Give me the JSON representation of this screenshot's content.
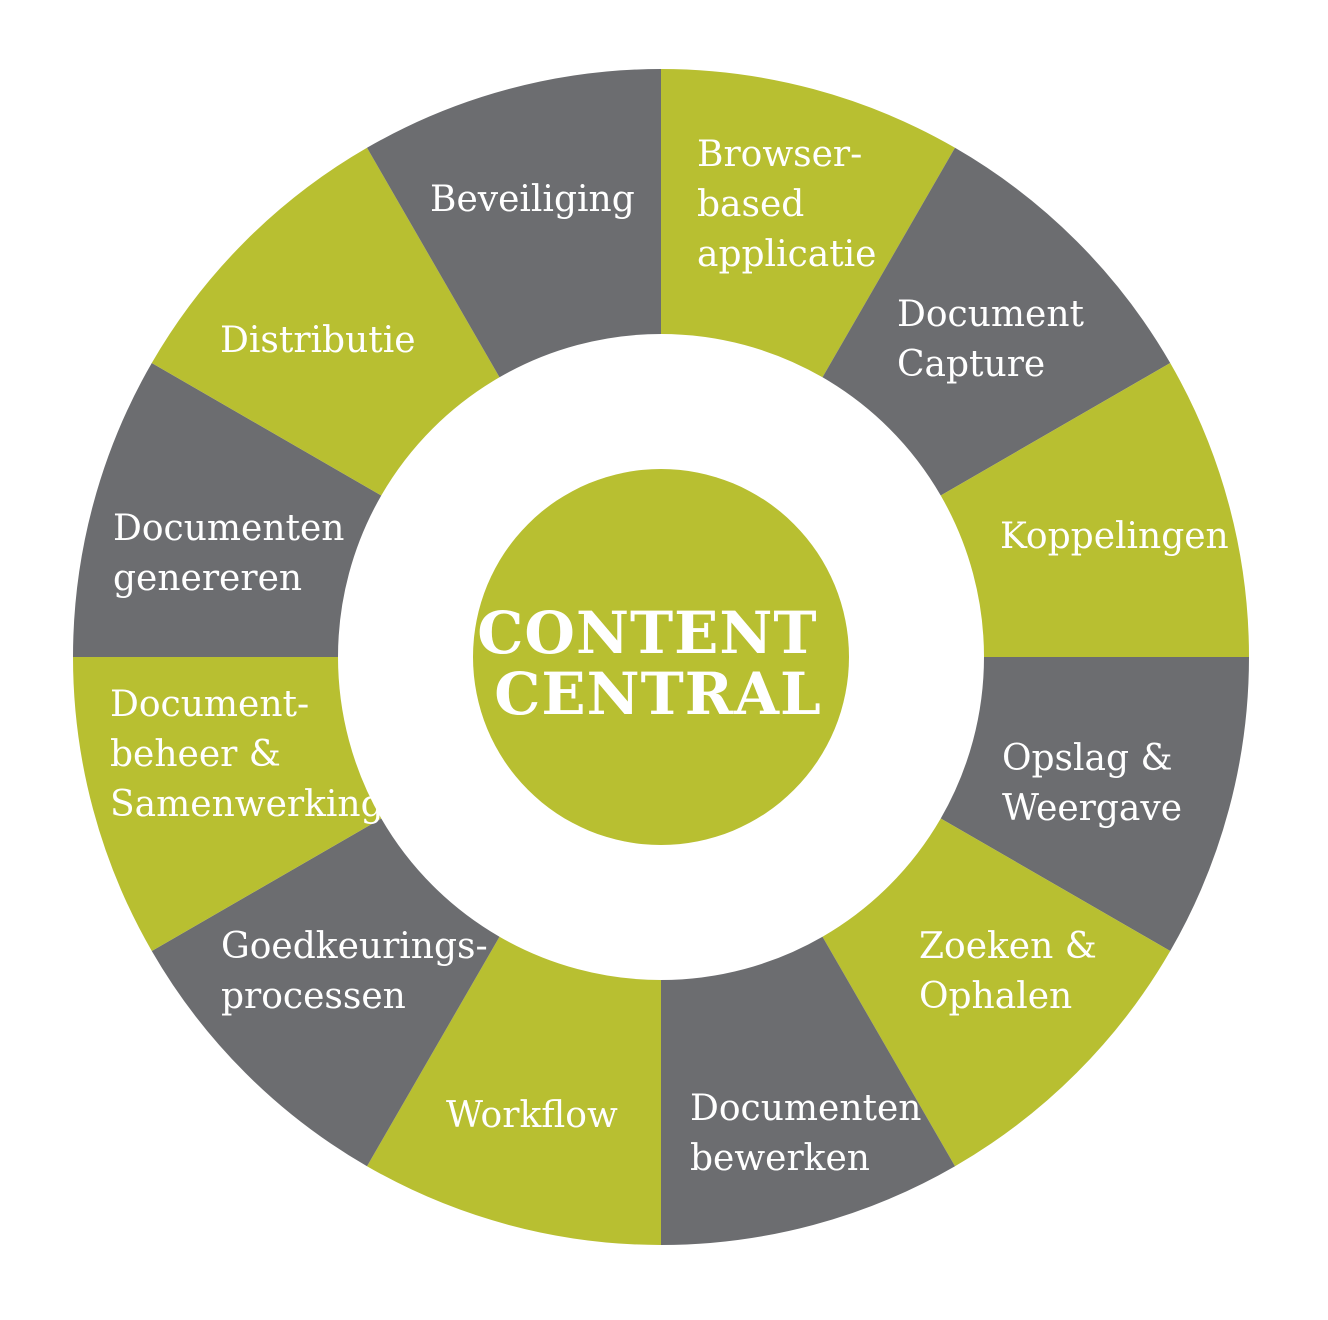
{
  "colors": {
    "green": "#b8bf31",
    "gray": "#6c6d70",
    "background": "#ffffff",
    "text": "#ffffff"
  },
  "center": {
    "lines": [
      "CONTENT",
      "CENTRAL"
    ]
  },
  "segments": [
    {
      "id": "browser-based",
      "color": "green",
      "lines": [
        "Browser-",
        "based",
        "applicatie"
      ]
    },
    {
      "id": "document-capture",
      "color": "gray",
      "lines": [
        "Document",
        "Capture"
      ]
    },
    {
      "id": "koppelingen",
      "color": "green",
      "lines": [
        "Koppelingen"
      ]
    },
    {
      "id": "opslag-weergave",
      "color": "gray",
      "lines": [
        "Opslag &",
        "Weergave"
      ]
    },
    {
      "id": "zoeken-ophalen",
      "color": "green",
      "lines": [
        "Zoeken &",
        "Ophalen"
      ]
    },
    {
      "id": "documenten-bewerken",
      "color": "gray",
      "lines": [
        "Documenten",
        "bewerken"
      ]
    },
    {
      "id": "workflow",
      "color": "green",
      "lines": [
        "Workflow"
      ]
    },
    {
      "id": "goedkeuringsprocessen",
      "color": "gray",
      "lines": [
        "Goedkeurings-",
        "processen"
      ]
    },
    {
      "id": "documentbeheer",
      "color": "green",
      "lines": [
        "Document-",
        "beheer &",
        "Samenwerking"
      ]
    },
    {
      "id": "documenten-genereren",
      "color": "gray",
      "lines": [
        "Documenten",
        "genereren"
      ]
    },
    {
      "id": "distributie",
      "color": "green",
      "lines": [
        "Distributie"
      ]
    },
    {
      "id": "beveiliging",
      "color": "gray",
      "lines": [
        "Beveiliging"
      ]
    }
  ]
}
